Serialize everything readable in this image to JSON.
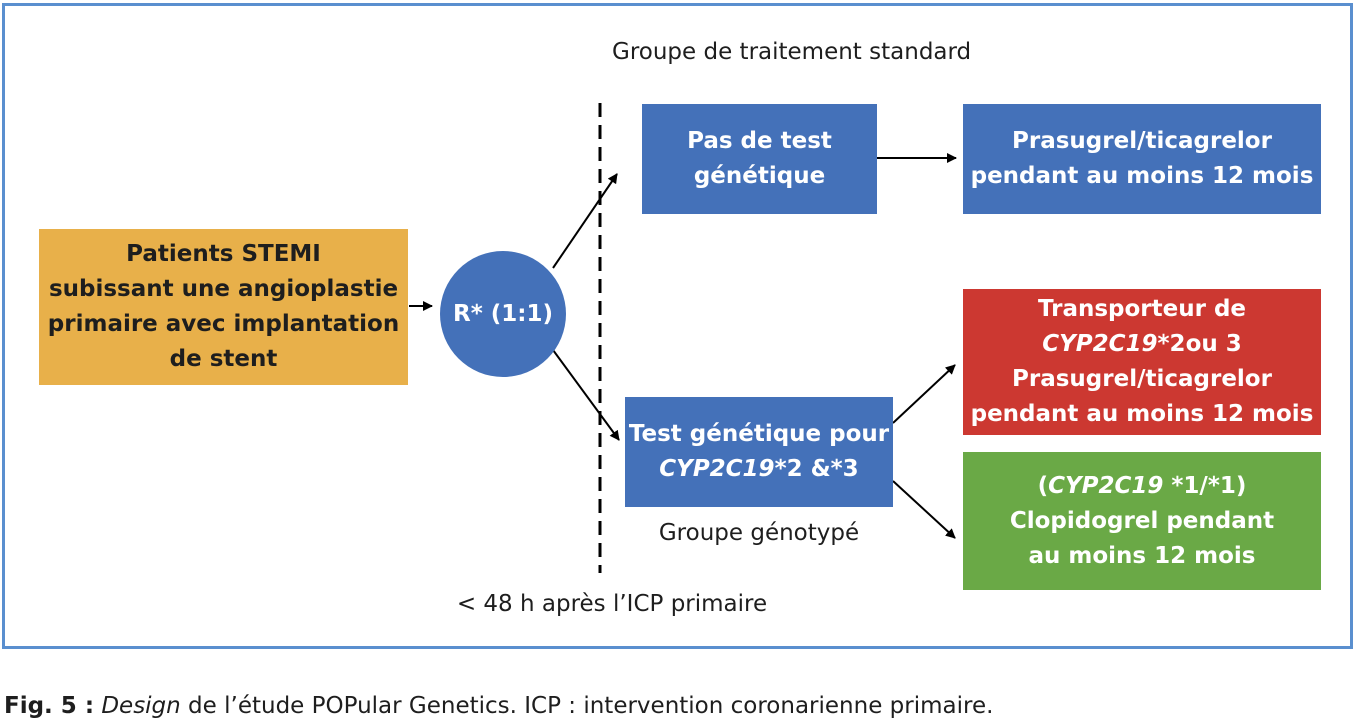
{
  "diagram": {
    "patients_box": [
      "Patients STEMI",
      "subissant une angioplastie",
      "primaire avec implantation",
      "de stent"
    ],
    "randomization": [
      "R*",
      "(1:1)"
    ],
    "standard_group_label": [
      "Groupe de traitement",
      "standard"
    ],
    "no_test_box": [
      "Pas de test",
      "génétique"
    ],
    "standard_outcome_box": [
      "Prasugrel/ticagrelor",
      "pendant au moins 12 mois"
    ],
    "genetic_test_box": {
      "line1": "Test génétique pour",
      "gene": "CYP2C19",
      "alleles": "*2 &*3"
    },
    "genotyped_group_label": "Groupe génotypé",
    "timing_label": "< 48 h après l’ICP primaire",
    "carrier_box": {
      "line1": "Transporteur de",
      "gene": "CYP2C19",
      "alleles": "*2ou 3",
      "line3": "Prasugrel/ticagrelor",
      "line4": "pendant au moins 12 mois"
    },
    "noncarrier_box": {
      "open_paren": "(",
      "gene": "CYP2C19",
      "alleles": " *1/*1)",
      "line2": "Clopidogrel pendant",
      "line3": "au moins 12 mois"
    },
    "colors": {
      "blue": "#4471b9",
      "orange": "#e8b04a",
      "red": "#cc3831",
      "green": "#6aa946",
      "frame": "#5a8fcf"
    }
  },
  "caption": {
    "fig_label": "Fig. 5 :",
    "design_word": "Design",
    "rest": " de l’étude POPular Genetics. ICP : intervention coronarienne primaire."
  }
}
